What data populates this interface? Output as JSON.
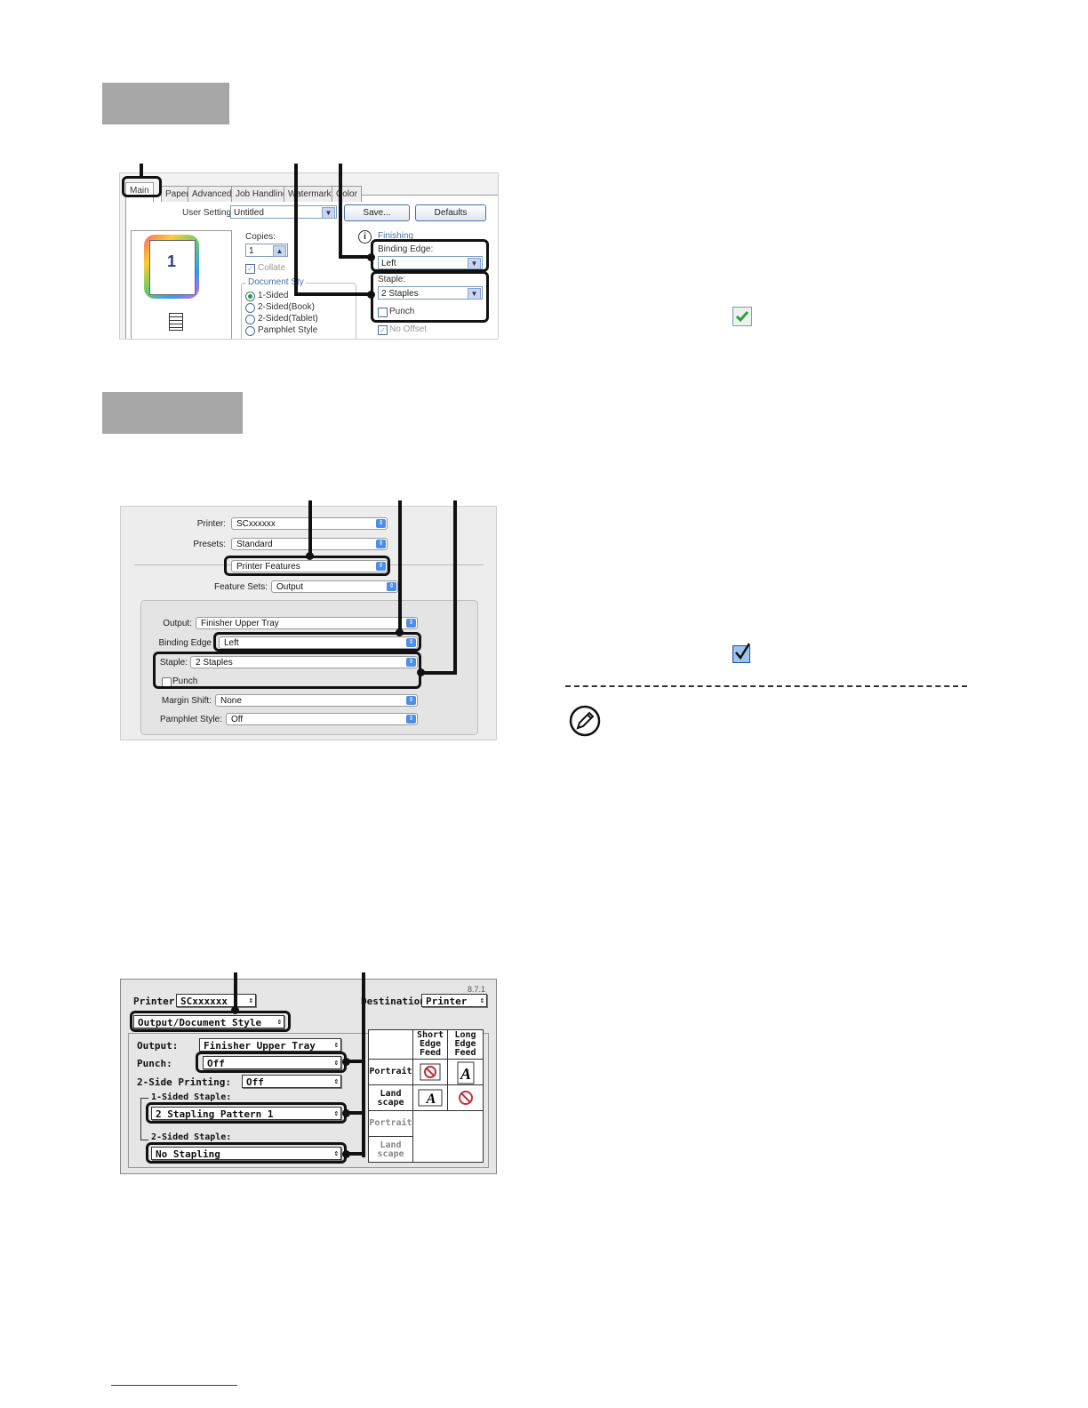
{
  "windows_dialog": {
    "tabs": [
      "Main",
      "Paper",
      "Advanced",
      "Job Handling",
      "Watermarks",
      "Color"
    ],
    "user_settings_label": "User Settings:",
    "user_settings_value": "Untitled",
    "save_button": "Save...",
    "defaults_button": "Defaults",
    "preview_number": "1",
    "copies_label": "Copies:",
    "copies_value": "1",
    "collate_label": "Collate",
    "document_style_label": "Document Sty",
    "document_style_options": [
      "1-Sided",
      "2-Sided(Book)",
      "2-Sided(Tablet)",
      "Pamphlet Style"
    ],
    "finishing_label": "Finishing",
    "binding_edge_label": "Binding Edge:",
    "binding_edge_value": "Left",
    "staple_label": "Staple:",
    "staple_value": "2 Staples",
    "punch_label": "Punch",
    "no_offset_label": "No Offset"
  },
  "macosx_dialog": {
    "printer_label": "Printer:",
    "printer_value": "SCxxxxxx",
    "presets_label": "Presets:",
    "presets_value": "Standard",
    "panel_value": "Printer Features",
    "feature_sets_label": "Feature Sets:",
    "feature_sets_value": "Output",
    "output_label": "Output:",
    "output_value": "Finisher Upper Tray",
    "binding_edge_label": "Binding Edge",
    "binding_edge_value": "Left",
    "staple_label": "Staple:",
    "staple_value": "2 Staples",
    "punch_label": "Punch",
    "margin_shift_label": "Margin Shift:",
    "margin_shift_value": "None",
    "pamphlet_style_label": "Pamphlet Style:",
    "pamphlet_style_value": "Off"
  },
  "macos9_dialog": {
    "version": "8.7.1",
    "printer_label": "Printer:",
    "printer_value": "SCxxxxxx",
    "destination_label": "Destination:",
    "destination_value": "Printer",
    "panel_value": "Output/Document Style",
    "output_label": "Output:",
    "output_value": "Finisher Upper Tray",
    "punch_label": "Punch:",
    "punch_value": "Off",
    "two_side_label": "2-Side Printing:",
    "two_side_value": "Off",
    "one_sided_staple_label": "1-Sided Staple:",
    "one_sided_staple_value": "2 Stapling  Pattern 1",
    "two_sided_staple_label": "2-Sided Staple:",
    "two_sided_staple_value": "No Stapling",
    "grid_header_short": "Short Edge Feed",
    "grid_header_long": "Long Edge Feed",
    "grid_rows": [
      "Portrait",
      "Land scape",
      "Portrait",
      "Land scape"
    ]
  },
  "colors": {
    "section_bar": "#a6a6a6",
    "check_green": "#2e9e3a",
    "check_blue": "#1a4f9c",
    "footer_link": "#1f3f9f"
  },
  "icons": [
    "green-check-icon",
    "blue-checkbox-icon",
    "note-pencil-icon",
    "no-symbol-icon"
  ]
}
